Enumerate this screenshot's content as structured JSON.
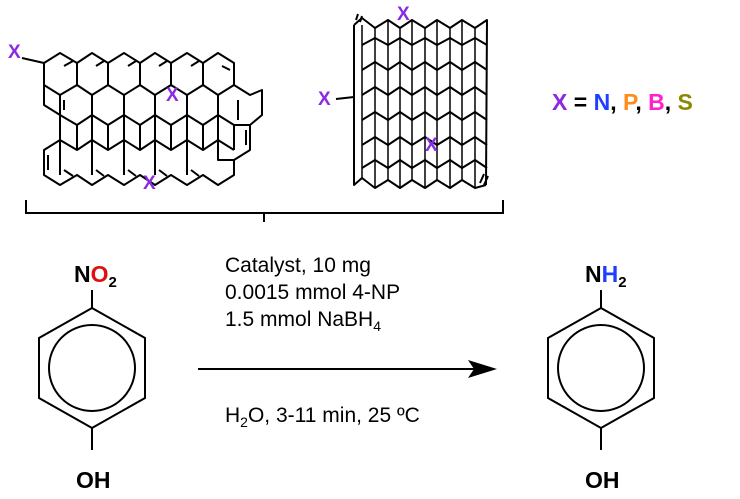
{
  "heteroatom_marker": "X",
  "legend": {
    "x": "X",
    "eq": " = ",
    "n": "N",
    "sep1": ", ",
    "p": "P",
    "sep2": ", ",
    "b": "B",
    "sep3": ", ",
    "s": "S"
  },
  "colors": {
    "marker": "#8a2be2",
    "n": "#1f3fff",
    "p": "#ff8c1a",
    "b": "#ff22cc",
    "s": "#8a8a00",
    "red_o": "#e01010",
    "blue_h": "#1f3fff",
    "line": "#000000"
  },
  "reactant": {
    "n": "N",
    "o": "O",
    "sub2": "2",
    "oh": "OH"
  },
  "product": {
    "n": "N",
    "h": "H",
    "sub2": "2",
    "oh": "OH"
  },
  "conditions": {
    "line1": "Catalyst, 10 mg",
    "line2": "0.0015 mmol 4-NP",
    "line3_main": "1.5 mmol NaBH",
    "line3_sub": "4",
    "below_h": "H",
    "below_sub": "2",
    "below_rest": "O, 3-11 min, 25 ºC"
  }
}
